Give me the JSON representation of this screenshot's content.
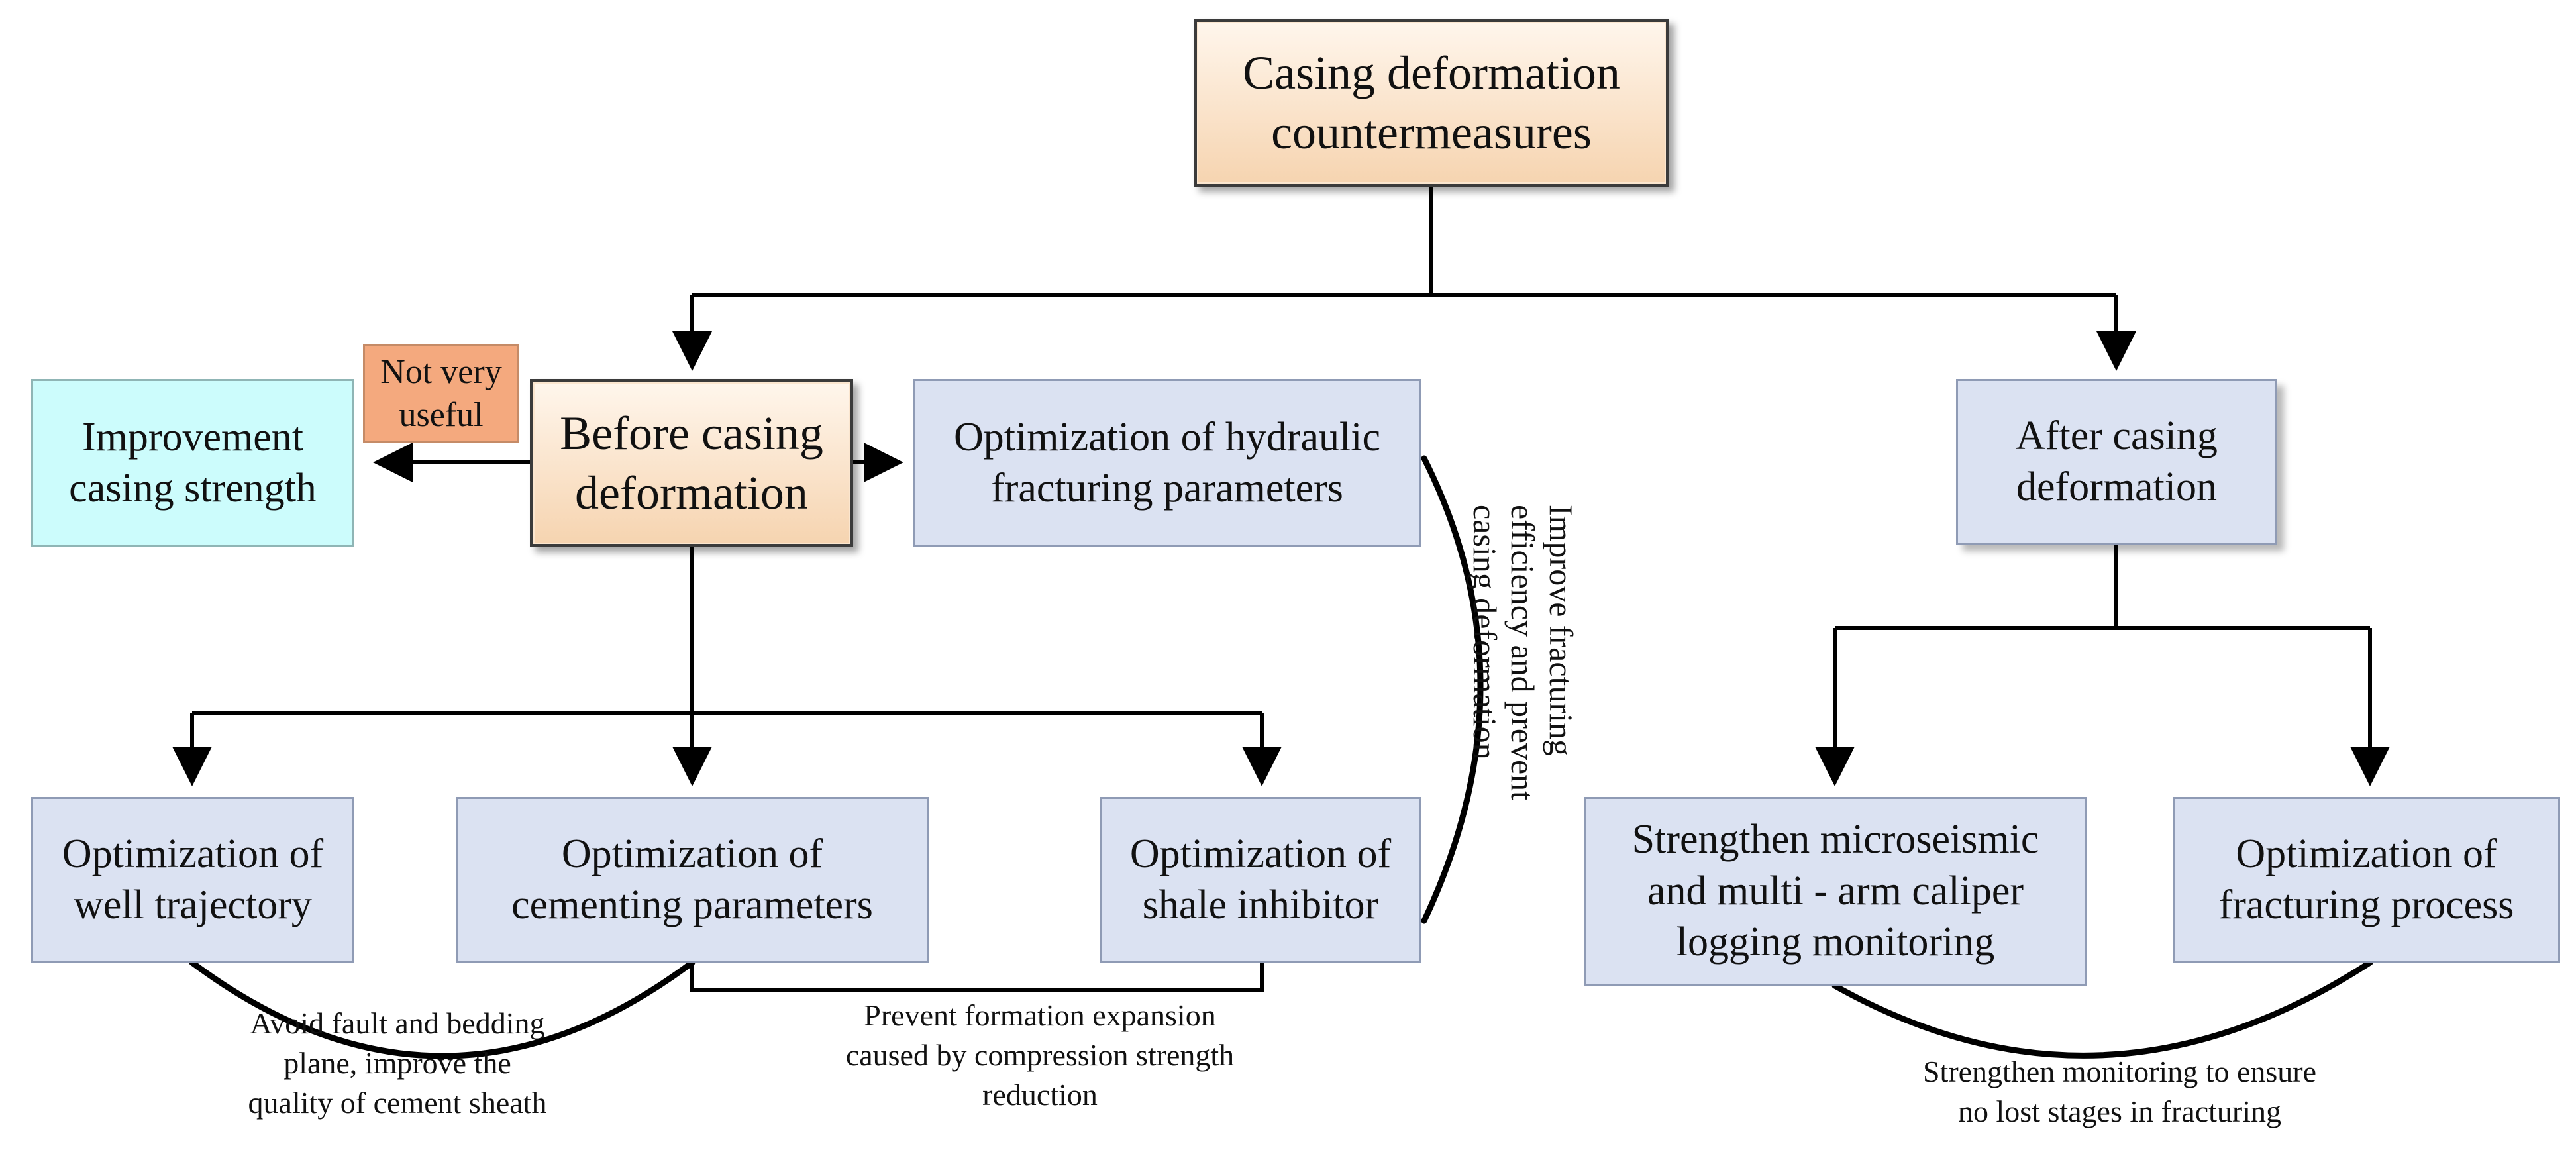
{
  "nodes": {
    "root": "Casing deformation\ncountermeasures",
    "before": "Before casing\ndeformation",
    "after": "After casing\ndeformation",
    "not_useful": "Not very\nuseful",
    "casing_strength": "Improvement\ncasing strength",
    "hydraulic": "Optimization of hydraulic\nfracturing parameters",
    "well_trajectory": "Optimization of\nwell trajectory",
    "cementing": "Optimization of\ncementing parameters",
    "shale_inhibitor": "Optimization of\nshale inhibitor",
    "microseismic": "Strengthen microseismic\nand multi - arm caliper\nlogging monitoring",
    "fracturing_process": "Optimization of\nfracturing process"
  },
  "annotations": {
    "avoid_fault": "Avoid fault and bedding\nplane, improve the\nquality of cement sheath",
    "prevent_expansion": "Prevent formation expansion\ncaused by compression strength\nreduction",
    "improve_fracturing": "Improve fracturing\nefficiency and prevent\ncasing deformation",
    "strengthen_monitoring": "Strengthen monitoring to ensure\nno lost stages in fracturing"
  },
  "colors": {
    "main_node_fill": "#f6d4b0",
    "sub_node_fill": "#dbe2f2",
    "strength_node_fill": "#ccfcfc",
    "warning_fill": "#f4a97e",
    "line": "#000000"
  }
}
